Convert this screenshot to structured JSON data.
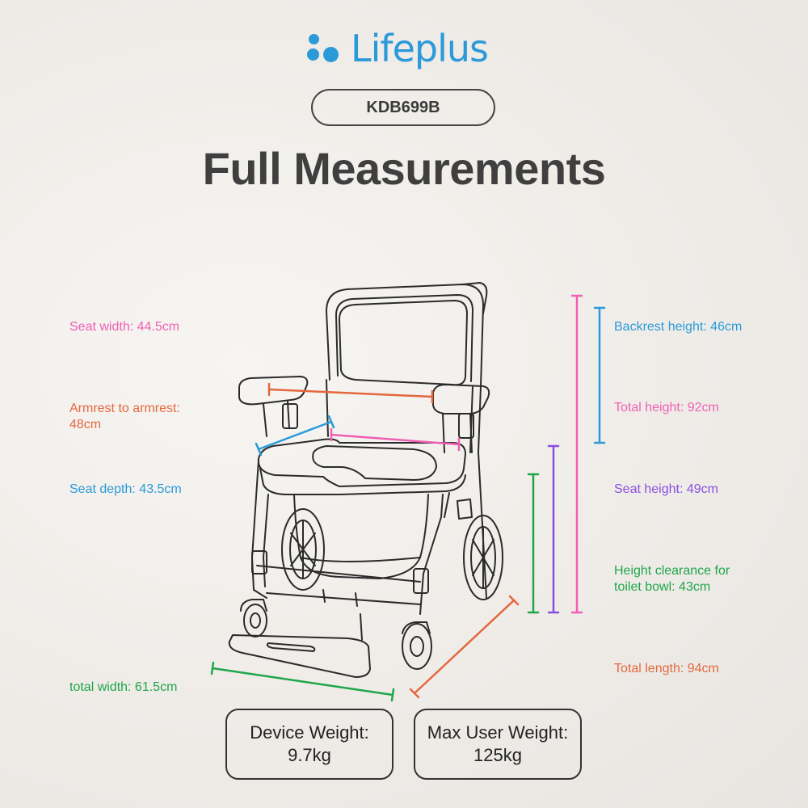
{
  "brand": {
    "name": "Lifeplus",
    "color": "#2a9ad8"
  },
  "model": "KDB699B",
  "title": "Full Measurements",
  "measurements": {
    "seat_width": {
      "text": "Seat width: 44.5cm",
      "color": "#f05fb4"
    },
    "armrest": {
      "line1": "Armrest to armrest:",
      "line2": "48cm",
      "color": "#e5673e"
    },
    "seat_depth": {
      "text": "Seat depth: 43.5cm",
      "color": "#2a9ad8"
    },
    "total_width": {
      "text": "total width: 61.5cm",
      "color": "#1fa64a"
    },
    "backrest_height": {
      "text": "Backrest height: 46cm",
      "color": "#2a9ad8"
    },
    "total_height": {
      "text": "Total height: 92cm",
      "color": "#f05fb4"
    },
    "seat_height": {
      "text": "Seat height: 49cm",
      "color": "#8a4fe0"
    },
    "clearance": {
      "line1": "Height clearance for",
      "line2": "toilet bowl: 43cm",
      "color": "#1fa64a"
    },
    "total_length": {
      "text": "Total length: 94cm",
      "color": "#e5673e"
    }
  },
  "device_weight": {
    "label": "Device Weight:",
    "value": "9.7kg"
  },
  "max_user_weight": {
    "label": "Max User Weight:",
    "value": "125kg"
  }
}
